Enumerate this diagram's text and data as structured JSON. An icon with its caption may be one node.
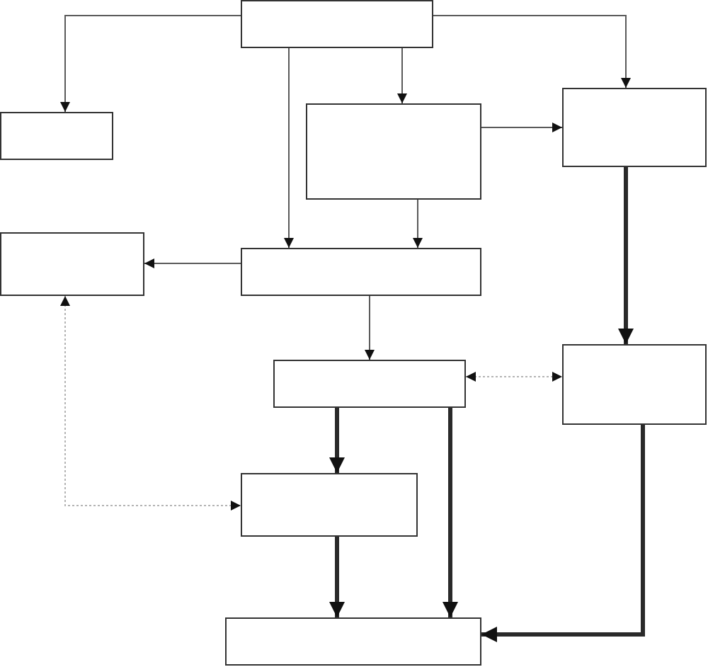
{
  "diagram": {
    "nodes": [
      {
        "text": [],
        "shape": "box"
      },
      {
        "text": [],
        "shape": "box"
      },
      {
        "text": [],
        "shape": "box"
      },
      {
        "text": [],
        "shape": "box"
      },
      {
        "text": [],
        "shape": "box"
      },
      {
        "text": [],
        "shape": "box"
      },
      {
        "text": [],
        "shape": "box"
      },
      {
        "text": [],
        "shape": "box"
      },
      {
        "text": [],
        "shape": "box"
      },
      {
        "text": [],
        "shape": "box"
      }
    ],
    "edges": [
      {
        "from": 0,
        "to": 1,
        "arrow": "to"
      },
      {
        "from": 0,
        "to": 2,
        "arrow": "to"
      },
      {
        "from": 0,
        "to": 3,
        "arrow": "to"
      },
      {
        "from": 0,
        "to": 5,
        "arrow": "to"
      },
      {
        "from": 2,
        "to": 3,
        "arrow": "to"
      },
      {
        "from": 2,
        "to": 5,
        "arrow": "to"
      },
      {
        "from": 5,
        "to": 4,
        "arrow": "to"
      },
      {
        "from": 5,
        "to": 6,
        "arrow": "to"
      },
      {
        "from": 3,
        "to": 7,
        "arrow": "to",
        "style": "thick"
      },
      {
        "from": 6,
        "to": 7,
        "arrow": "both",
        "style": "dashed",
        "color": "#b4b4b4"
      },
      {
        "from": 4,
        "to": 8,
        "arrow": "both",
        "style": "dashed",
        "color": "#b4b4b4"
      },
      {
        "from": 6,
        "to": 8,
        "arrow": "to",
        "style": "thick"
      },
      {
        "from": 6,
        "to": 9,
        "arrow": "to",
        "style": "thick"
      },
      {
        "from": 8,
        "to": 9,
        "arrow": "to",
        "style": "thick"
      },
      {
        "from": 7,
        "to": 9,
        "arrow": "to",
        "style": "thick"
      }
    ]
  }
}
